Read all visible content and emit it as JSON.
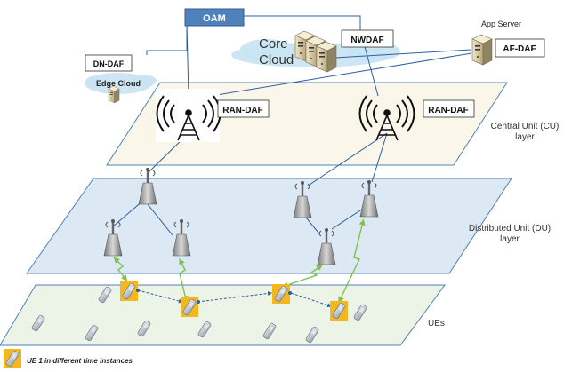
{
  "labels": {
    "oam": "OAM",
    "core_line1": "Core",
    "core_line2": "Cloud",
    "nwdaf": "NWDAF",
    "app_server": "App Server",
    "af_daf": "AF-DAF",
    "dn_daf": "DN-DAF",
    "edge_cloud": "Edge Cloud",
    "ran_daf_left": "RAN-DAF",
    "ran_daf_right": "RAN-DAF",
    "cu_layer_line1": "Central Unit (CU)",
    "cu_layer_line2": "layer",
    "du_layer_line1": "Distributed Unit (DU)",
    "du_layer_line2": "layer",
    "ues": "UEs",
    "legend": "UE 1 in different time instances"
  },
  "colors": {
    "oam_fill": "#4f81bd",
    "oam_stroke": "#385d8a",
    "cu_plane": "#fbf6ea",
    "du_plane": "#dde8f5",
    "ue_plane": "#ebf4e6",
    "plane_stroke": "#4f81bd",
    "link": "#2e5f9e",
    "radio_arrow": "#7ec24a",
    "ue1_highlight": "#f5b71e",
    "cloud": "#c9e3f2"
  }
}
